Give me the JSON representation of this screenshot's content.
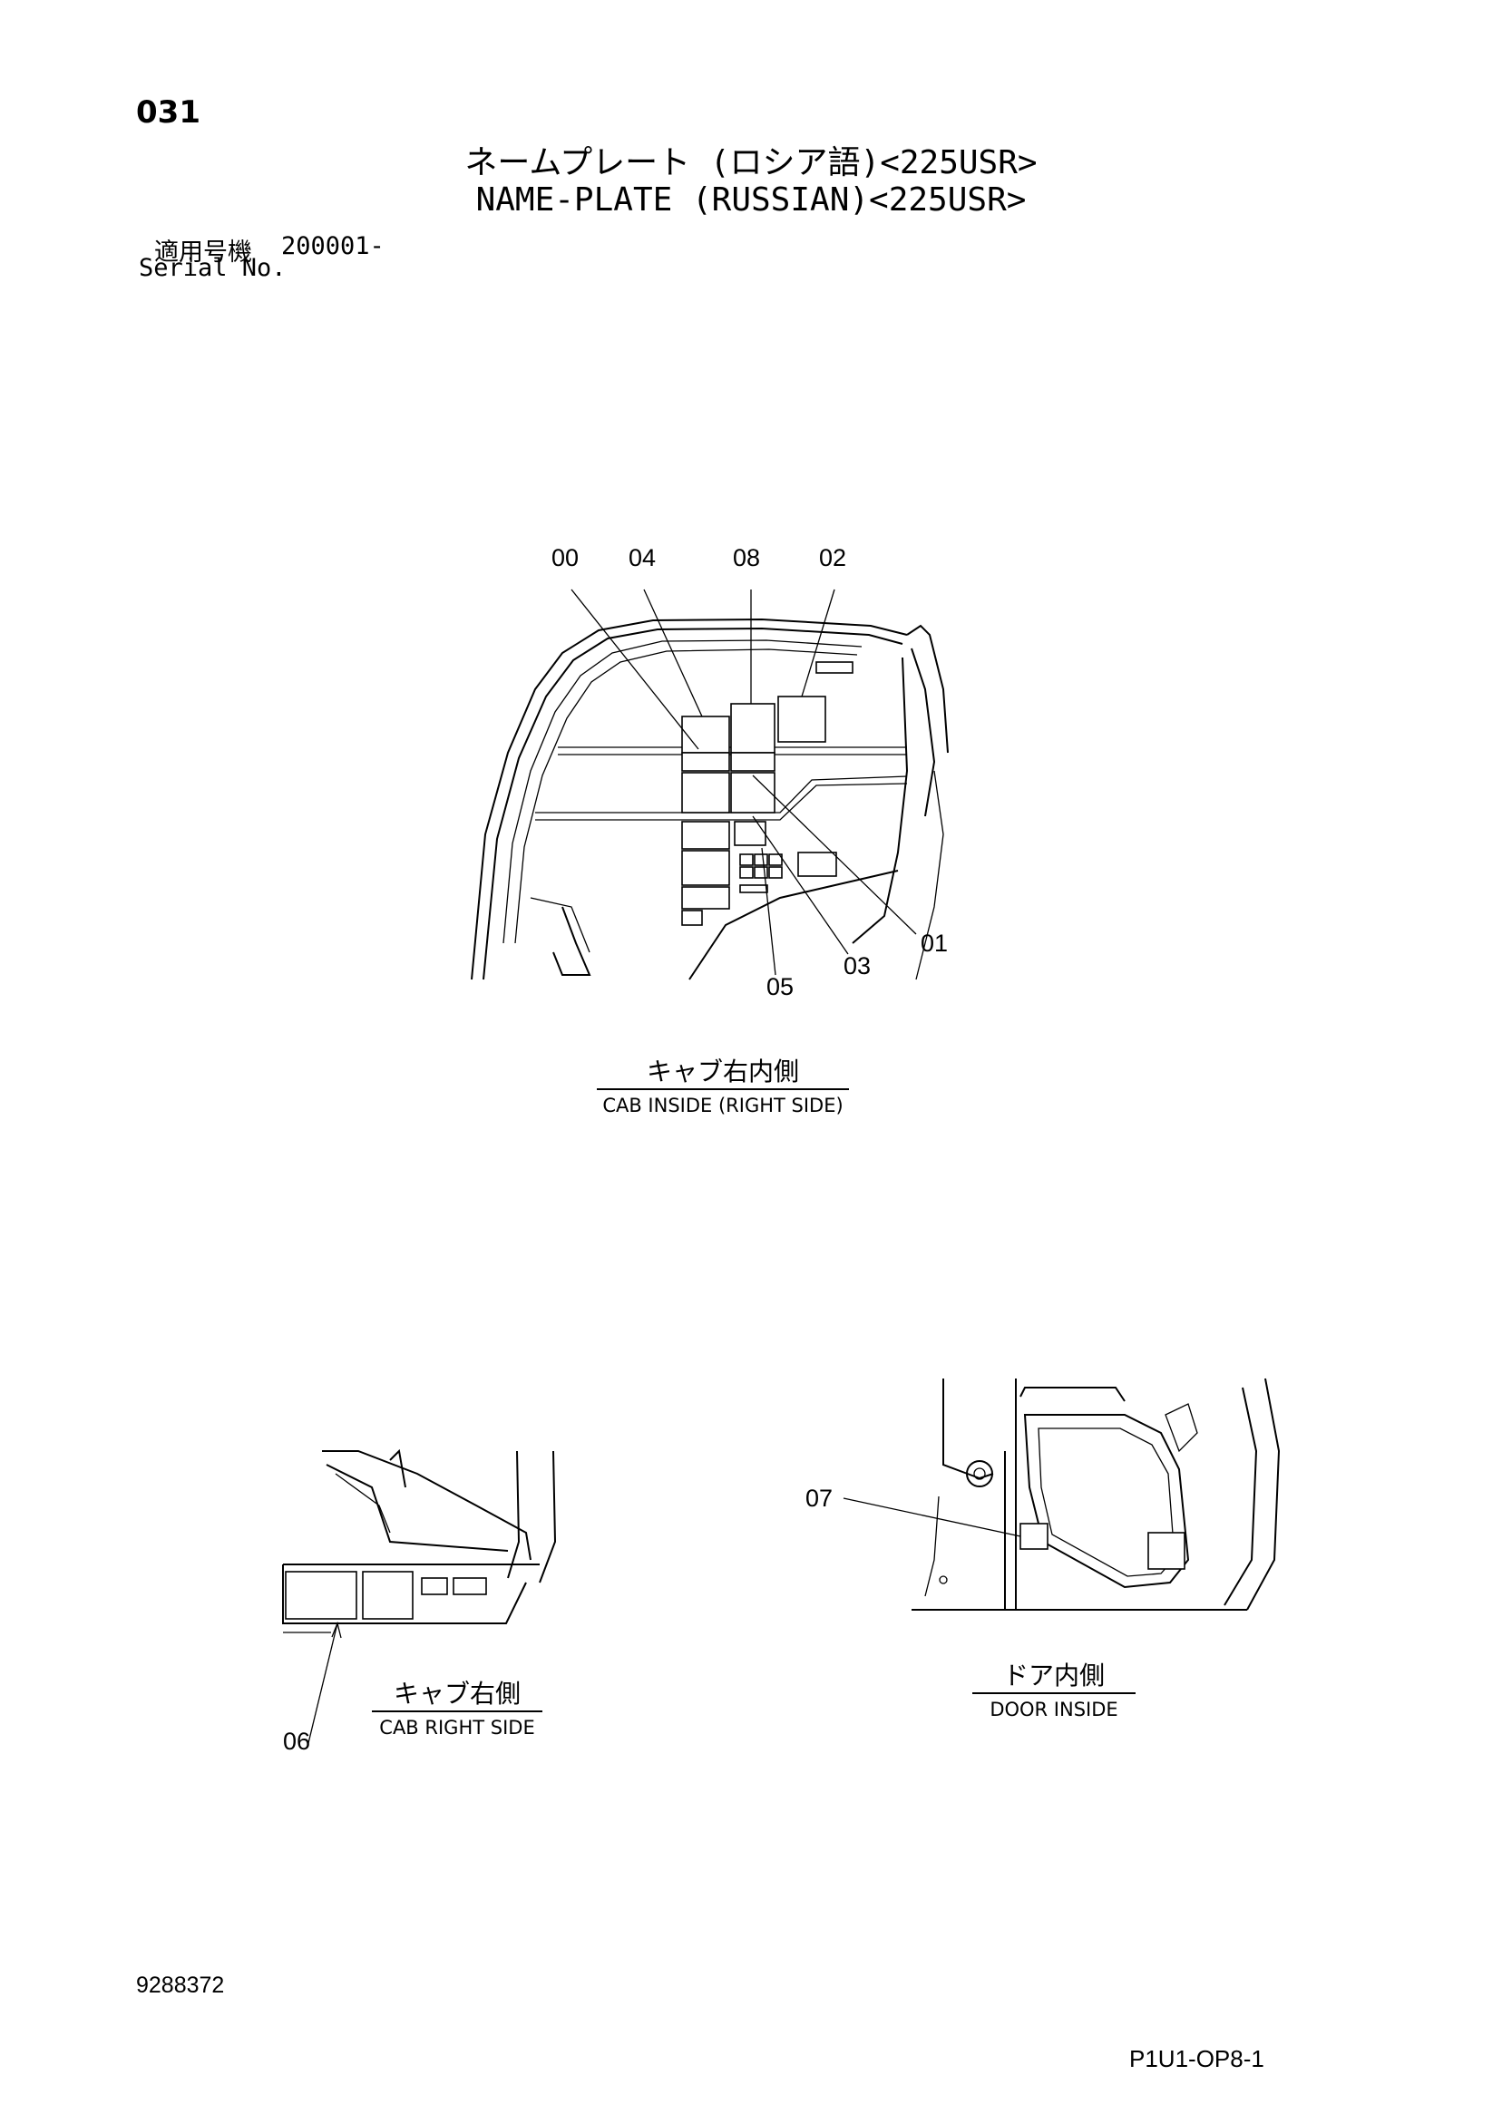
{
  "header": {
    "page_number": "031",
    "title_jp": "ネームプレート (ロシア語)<225USR>",
    "title_en": "NAME-PLATE (RUSSIAN)<225USR>",
    "serial_label_jp": "適用号機",
    "serial_value": "200001-",
    "serial_label_en": "Serial No."
  },
  "views": {
    "cab_inside": {
      "caption_jp": "キャブ右内側",
      "caption_en": "CAB INSIDE (RIGHT SIDE)",
      "callouts": [
        "00",
        "04",
        "08",
        "02",
        "01",
        "03",
        "05"
      ]
    },
    "cab_right_side": {
      "caption_jp": "キャブ右側",
      "caption_en": "CAB RIGHT SIDE",
      "callouts": [
        "06"
      ]
    },
    "door_inside": {
      "caption_jp": "ドア内側",
      "caption_en": "DOOR INSIDE",
      "callouts": [
        "07"
      ]
    }
  },
  "footer": {
    "doc_number": "9288372",
    "page_code": "P1U1-OP8-1"
  }
}
